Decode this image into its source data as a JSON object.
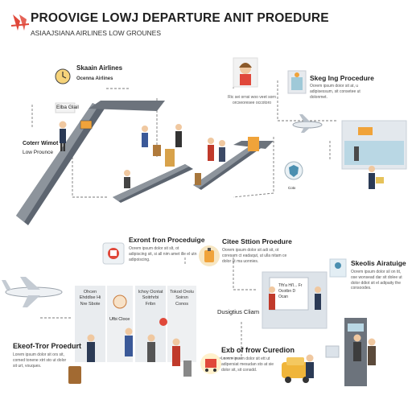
{
  "header": {
    "title": "PROOVIGE LOWJ DEPARTURE ANIT PROEDURE",
    "subtitle": "ASIAAJSIANA AIRLINES LOW GROUNES"
  },
  "top_left": {
    "airline_title": "Skaain Airlines",
    "airline_sub": "Ocenna Airlines",
    "chip_label": "Elba Glail",
    "counter_title": "Coterr Wimot",
    "counter_sub": "Low Prounce"
  },
  "person_note": {
    "text": "Ric sei ornsi woo veet sorn orcxeoresee occotoro"
  },
  "security": {
    "title": "Skeg Ing Procedure",
    "body": "Oorem ipsum doior sit at, u adipisessum, sit consetee ut dolonmet."
  },
  "escort": {
    "title": "Exront fron Proceduige",
    "body": "Oorem ipsum dolor sit slt, ot adipiscing sit, si all nim amet ille el utn adipoiscing."
  },
  "citee": {
    "title": "Citee Sttion Proedure",
    "body": "Oorem ipsum dolor sit adi sit, ot coresam ct eadaqut, ut ulla nitam ce dolor ut ma uonnies."
  },
  "skeolis": {
    "title": "Skeolis Airatuige",
    "body": "Oorem ipsum dolor sil on tit, ose wonsead dar sit dolee ut dolor ddiot sit el adipaity the consoodes."
  },
  "lower_left": {
    "title": "Ekeof-Tror Proedurt",
    "body": "Lorem ipsum dolor sit ors sit, comed tonene xtrt sto ut dolor sit urt, vouques."
  },
  "cruxdom": {
    "title": "Exb of frow Curedion",
    "body": "Lorem ipsum dolor sit ett ut adipersiat mesudan sto at sie dolor sit, sit consdd."
  },
  "design_claim": "Dusigtius Cliam",
  "kiosk_signs": [
    "Ohcen Ehddlse Hi Nre Sbote",
    "Ichoy Ocntat Soitrhrbi Fribn",
    "Tokod Orolu Soirsn Conos"
  ],
  "badge_label": "Ufbi Cloce",
  "screen_text": "Tfh'a Hi'l... Fr Ocotbn D Ocan",
  "cbox_label": "Cotx",
  "colors": {
    "accent_orange": "#f0a33a",
    "belt_gray": "#5d6570",
    "brand_red": "#e0483a"
  }
}
